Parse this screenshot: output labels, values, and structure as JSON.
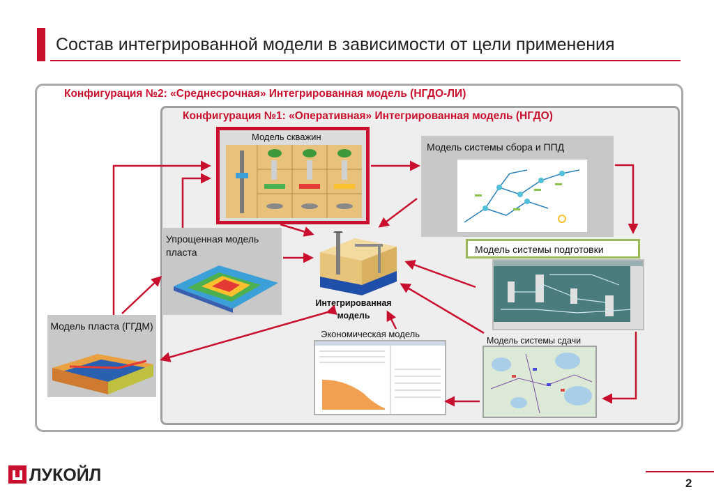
{
  "title": "Состав интегрированной модели в зависимости от цели применения",
  "config2": "Конфигурация №2: «Среднесрочная» Интегрированная модель (НГДО-ЛИ)",
  "config1": "Конфигурация №1: «Оперативная» Интегрированная модель (НГДО)",
  "labels": {
    "wells": "Модель скважин",
    "collection": "Модель системы сбора и ППД",
    "preparation": "Модель системы подготовки",
    "simplified": "Упрощенная модель пласта",
    "reservoir": "Модель пласта (ГГДМ)",
    "economic": "Экономическая модель",
    "delivery": "Модель системы сдачи",
    "integrated": "Интегрированная модель"
  },
  "logo": "ЛУКОЙЛ",
  "page_number": "2",
  "colors": {
    "accent": "#c8102e",
    "panel_gray": "#c8c8c8",
    "frame_gray": "#a9a9a9",
    "green_border": "#9bbb59"
  }
}
